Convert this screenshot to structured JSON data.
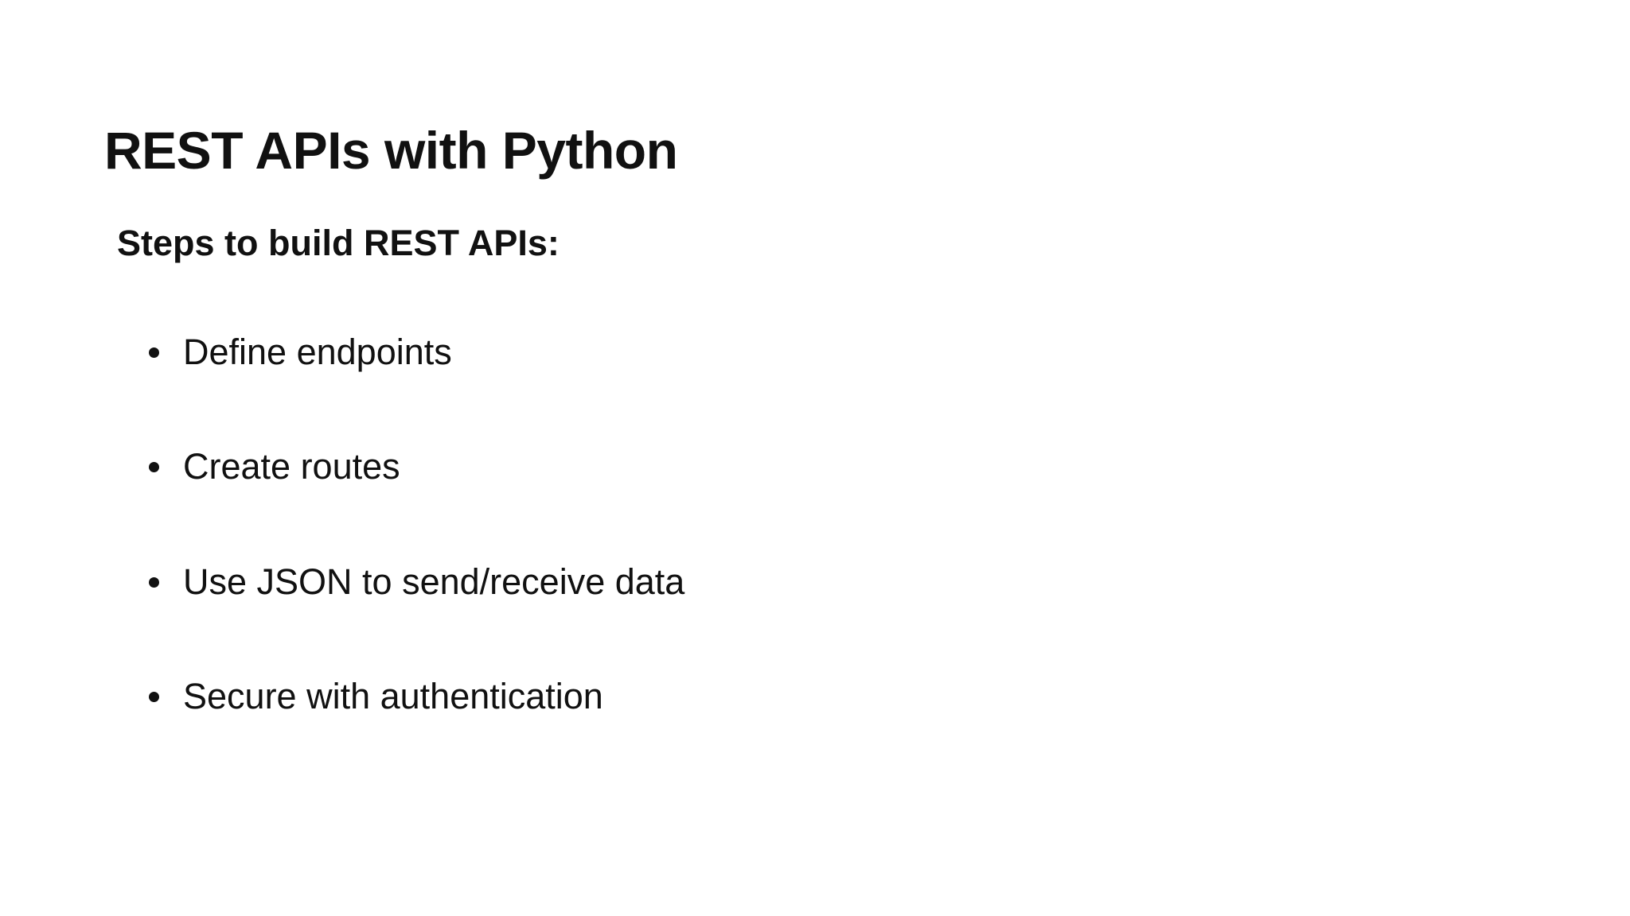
{
  "slide": {
    "title": "REST APIs with Python",
    "section_heading": "Steps to build REST APIs:",
    "bullets": [
      {
        "text": "Define endpoints"
      },
      {
        "text": "Create routes"
      },
      {
        "text": "Use JSON to send/receive data"
      },
      {
        "text": "Secure with authentication"
      }
    ],
    "colors": {
      "background": "#ffffff",
      "text": "#111111",
      "bullet_marker": "#111111"
    }
  }
}
